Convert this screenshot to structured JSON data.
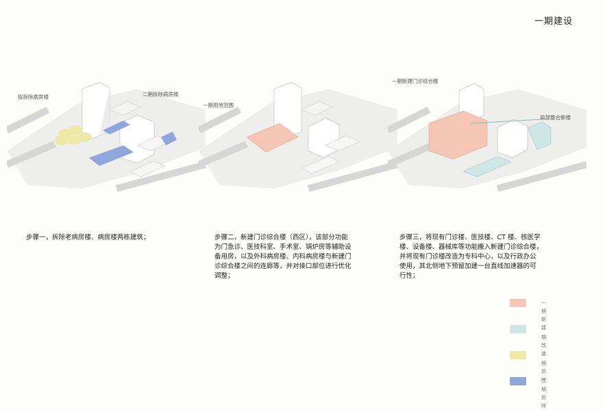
{
  "title": "一期建设",
  "steps": [
    {
      "callouts": [
        "拟拆除病房楼",
        "二期拆除病房楼"
      ],
      "lines": [
        "步骤一，拆除老病房楼、病房楼两栋建筑；"
      ]
    },
    {
      "callouts": [
        "一期用地范围"
      ],
      "lines": [
        "步骤二，新建门诊综合楼（西区），该部分功能",
        "为门急诊、医技科室、手术室、锅炉房等辅助设",
        "备用房，以及外科病房楼、内科病房楼与新建门",
        "诊综合楼之间的连廊等，并对接口部位进行优化",
        "调整；"
      ]
    },
    {
      "callouts": [
        "一期新建门诊综合楼",
        "局部整合新楼"
      ],
      "lines": [
        "步骤三，将现有门诊楼、医技楼、CT 楼、核医学",
        "楼、设备楼、器械库等功能搬入新建门诊综合楼，",
        "并将现有门诊楼改造为专科中心，以及行政办公",
        "使用，其北侧地下预留加建一台直线加速器的可",
        "行性；"
      ]
    }
  ],
  "legend": [
    {
      "label": "一期新建",
      "color": "#f4c6b3"
    },
    {
      "label": "一期改造",
      "color": "#cfe6e6"
    },
    {
      "label": "一期拆除",
      "color": "#eeeaa6"
    },
    {
      "label": "二期拆除",
      "color": "#8ea6dc"
    }
  ]
}
